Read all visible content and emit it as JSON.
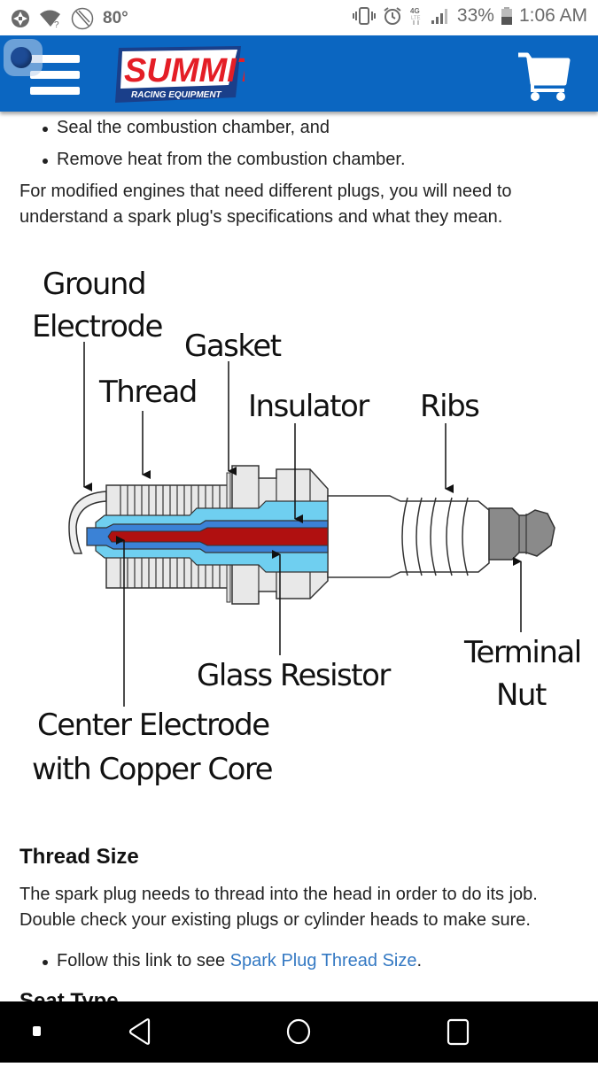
{
  "status_bar": {
    "left_icons": [
      "aperture-icon",
      "wifi-question-icon",
      "no-sim-icon"
    ],
    "temperature": "80°",
    "right_icons": [
      "vibrate-icon",
      "alarm-icon",
      "4g-lte-icon",
      "signal-icon"
    ],
    "battery": "33%",
    "time": "1:06 AM"
  },
  "header": {
    "brand": "SUMMIT",
    "brand_tagline": "RACING EQUIPMENT",
    "brand_color": "#0b66c1",
    "logo_red": "#e41e26"
  },
  "content": {
    "top_bullets": [
      "Seal the combustion chamber, and",
      "Remove heat from the combustion chamber."
    ],
    "intro_paragraph": "For modified engines that need different plugs, you will need to understand a spark plug's specifications and what they mean.",
    "diagram": {
      "labels": {
        "ground_electrode_1": "Ground",
        "ground_electrode_2": "Electrode",
        "gasket": "Gasket",
        "thread": "Thread",
        "insulator": "Insulator",
        "ribs": "Ribs",
        "terminal_nut_1": "Terminal",
        "terminal_nut_2": "Nut",
        "glass_resistor": "Glass Resistor",
        "center_electrode_1": "Center Electrode",
        "center_electrode_2": "with Copper Core"
      },
      "colors": {
        "insulator": "#6fcff0",
        "center_electrode": "#3b82d6",
        "copper_core": "#b01010",
        "shell": "#e8e8e8",
        "terminal": "#8a8a8a"
      }
    },
    "thread_size": {
      "heading": "Thread Size",
      "paragraph": "The spark plug needs to thread into the head in order to do its job. Double check your existing plugs or cylinder heads to make sure.",
      "bullet_prefix": "Follow this link to see ",
      "link_text": "Spark Plug Thread Size",
      "bullet_suffix": "."
    },
    "next_heading_partial": "Seat Type"
  },
  "nav_bar": {
    "buttons": [
      "back",
      "home",
      "recents"
    ]
  }
}
